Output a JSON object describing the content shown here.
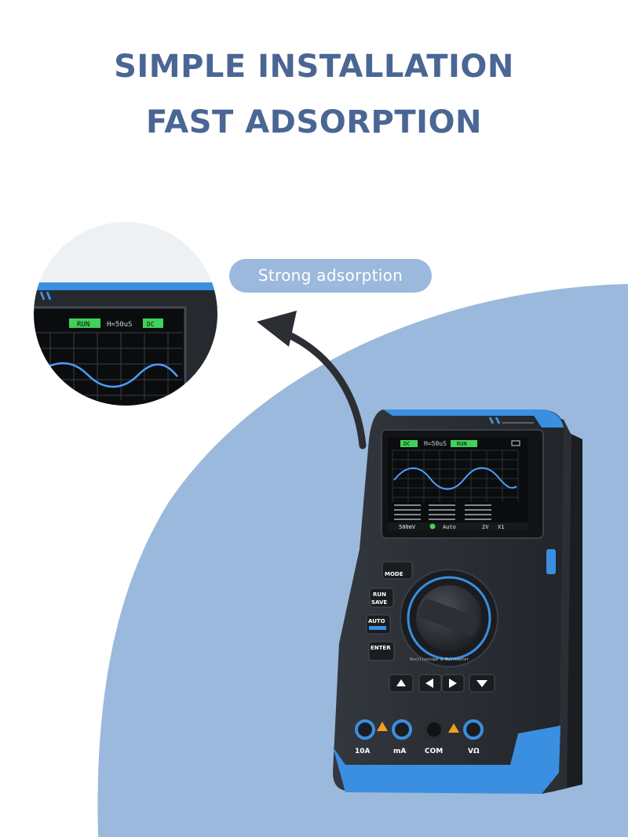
{
  "headline": {
    "line1": "SIMPLE INSTALLATION",
    "line2": "FAST ADSORPTION"
  },
  "callout": {
    "label": "Strong adsorption"
  },
  "colors": {
    "headline": "#4a6694",
    "blob": "#9bb9dc",
    "device_body": "#2a2d33",
    "device_accent": "#3a8fe0",
    "screen_green": "#3fd25a"
  },
  "device": {
    "screen": {
      "mode_badge": "DC",
      "timebase": "H=50uS",
      "run_badge": "RUN",
      "bottom_bar": [
        "500mV",
        "Auto",
        "2V",
        "X1"
      ]
    },
    "buttons": [
      {
        "label_top": "",
        "label_bottom": "MODE"
      },
      {
        "label_top": "RUN",
        "label_bottom": "SAVE"
      },
      {
        "label_top": "AUTO",
        "label_bottom": ""
      },
      {
        "label_top": "ENTER",
        "label_bottom": ""
      }
    ],
    "dial_caption": "Oscilloscope & Multimeter",
    "jacks": [
      "10A",
      "mA",
      "COM",
      "VΩ"
    ],
    "icons": [
      "warning-icon",
      "waveform-icon",
      "left-arrow-icon",
      "right-arrow-icon",
      "up-arrow-icon",
      "down-arrow-icon"
    ]
  },
  "zoom_inset": {
    "run_badge": "RUN",
    "timebase": "H=50uS",
    "mode_badge": "DC"
  }
}
